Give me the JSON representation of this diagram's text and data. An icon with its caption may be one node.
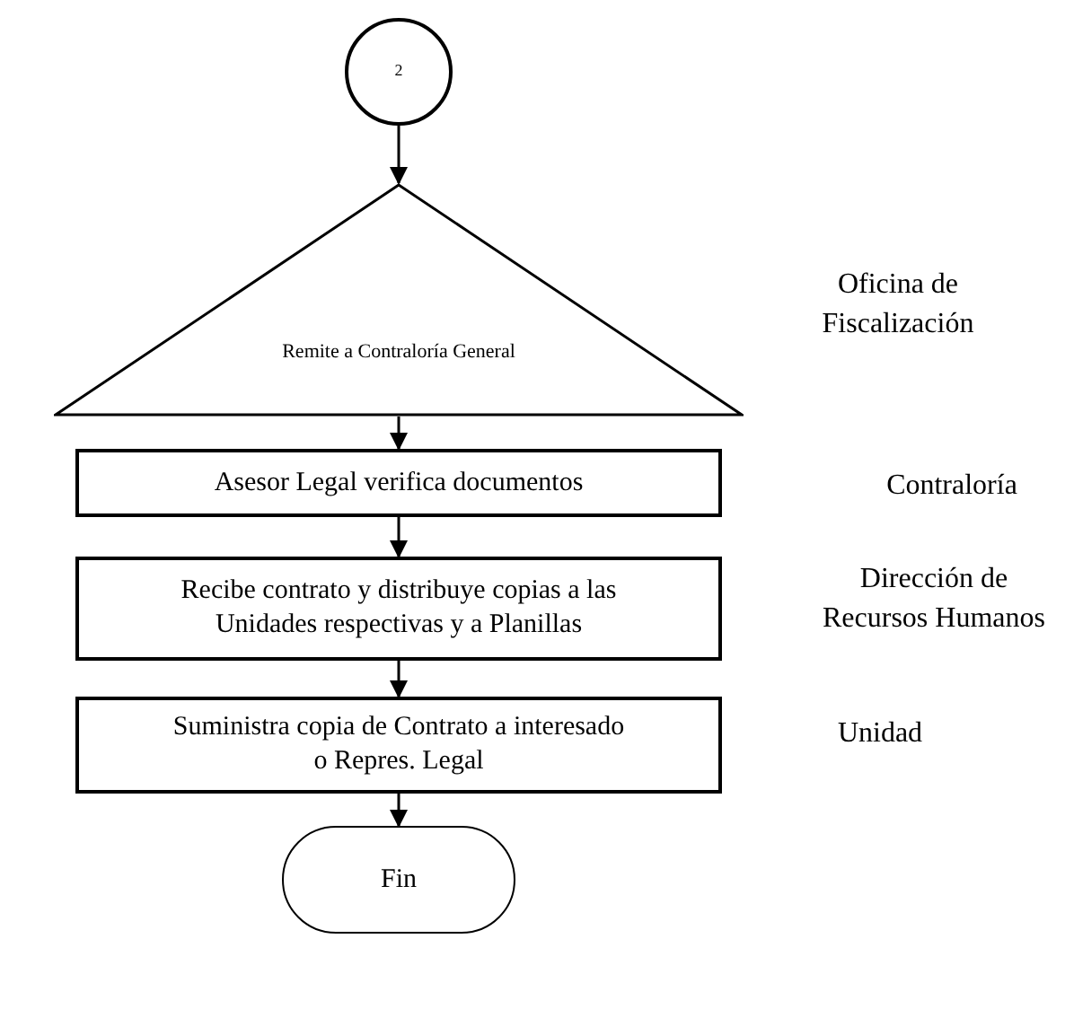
{
  "diagram": {
    "nodes": [
      {
        "text": [
          "2"
        ]
      },
      {
        "text": [
          "Remite a Contraloría General"
        ]
      },
      {
        "text": [
          "Asesor Legal verifica documentos"
        ]
      },
      {
        "text": [
          "Recibe contrato y distribuye copias a las Unidades respectivas y a Planillas"
        ]
      },
      {
        "text": [
          "Suministra copia de Contrato a interesado o Repres. Legal"
        ]
      },
      {
        "text": [
          "Fin"
        ]
      }
    ],
    "edges": [
      {
        "from": 0,
        "to": 1,
        "arrow": "to"
      },
      {
        "from": 1,
        "to": 2,
        "arrow": "to"
      },
      {
        "from": 2,
        "to": 3,
        "arrow": "to"
      },
      {
        "from": 3,
        "to": 4,
        "arrow": "to"
      },
      {
        "from": 4,
        "to": 5,
        "arrow": "to"
      }
    ],
    "labels": [
      "Oficina de Fiscalización",
      "Contraloría",
      "Dirección de Recursos Humanos",
      "Unidad"
    ]
  }
}
